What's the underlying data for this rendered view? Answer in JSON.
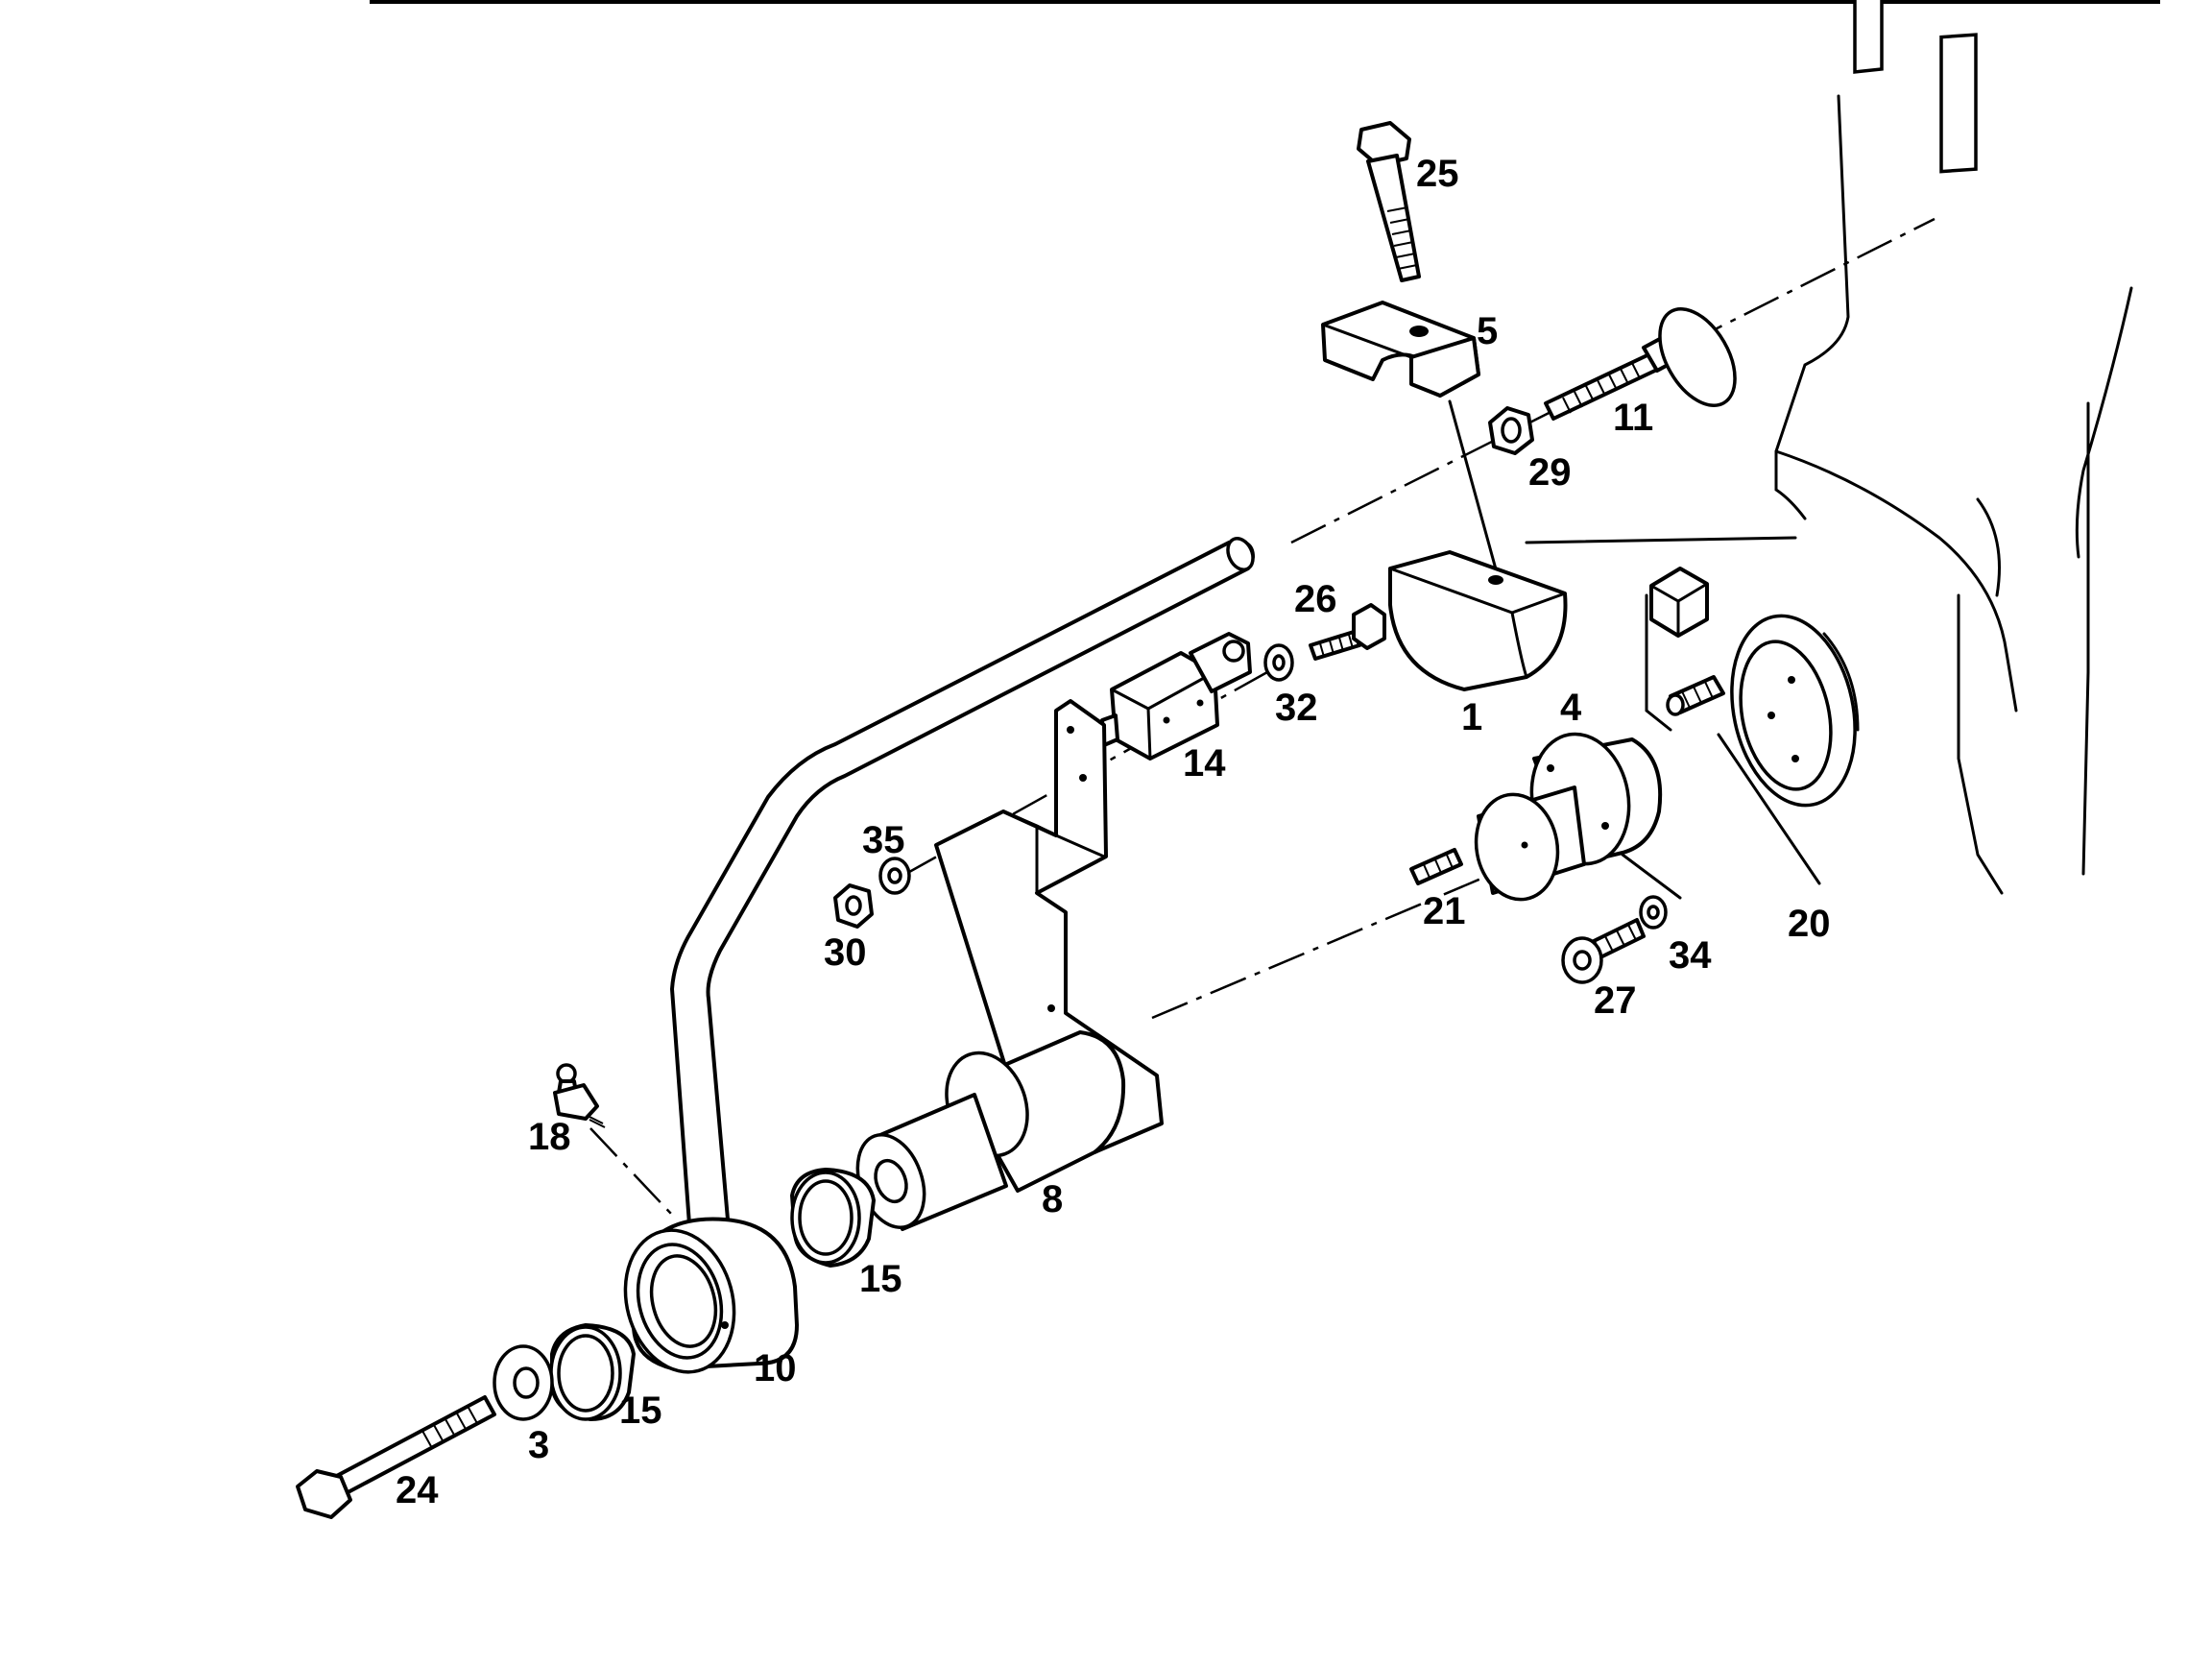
{
  "diagram": {
    "labels": {
      "p1": "1",
      "p3": "3",
      "p4": "4",
      "p5": "5",
      "p8": "8",
      "p10": "10",
      "p11": "11",
      "p14": "14",
      "p15a": "15",
      "p15b": "15",
      "p18": "18",
      "p20": "20",
      "p21": "21",
      "p24": "24",
      "p25": "25",
      "p26": "26",
      "p27": "27",
      "p29": "29",
      "p30": "30",
      "p32": "32",
      "p34": "34",
      "p35": "35"
    }
  },
  "colors": {
    "ink": "#000000",
    "paper": "#ffffff"
  }
}
